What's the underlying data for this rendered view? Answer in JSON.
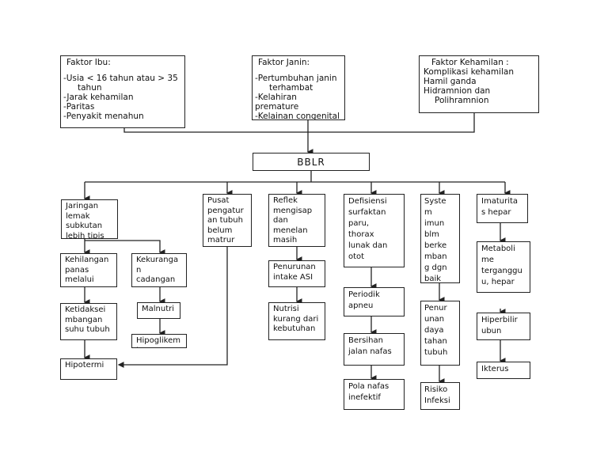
{
  "factors": {
    "ibu": {
      "title": "Faktor Ibu:",
      "items": [
        "-Usia < 16 tahun atau > 35",
        "tahun",
        "-Jarak kehamilan",
        "-Paritas",
        "-Penyakit menahun"
      ]
    },
    "janin": {
      "title": "Faktor Janin:",
      "items": [
        "-Pertumbuhan janin",
        "terhambat",
        "-Kelahiran premature",
        "-Kelainan congenital"
      ]
    },
    "kehamilan": {
      "title": "Faktor Kehamilan :",
      "items": [
        "Komplikasi kehamilan",
        "Hamil ganda",
        "Hidramnion dan",
        "Polihramnion"
      ]
    }
  },
  "center": "BBLR",
  "nodes": {
    "jaringan": "Jaringan\nlemak\nsubkutan\nlebih tipis",
    "kehilangan": "Kehilangan\npanas\nmelalui",
    "kekurangan": "Kekuranga\nn\ncadangan",
    "ketidakseimbangan": "Ketidaksei\nmbangan\nsuhu tubuh",
    "malnutri": "Malnutri",
    "hipoglikemi": "Hipoglikem\ni",
    "hipotermi": "Hipotermi",
    "pusat": "Pusat\npengatur\nan tubuh\nbelum\nmatrur",
    "reflek": "Reflek\nmengisap\ndan\nmenelan\nmasih",
    "penurunan_asi": "Penurunan\nintake ASI",
    "nutrisi": "Nutrisi\nkurang dari\nkebutuhan",
    "defisiensi": "Defisiensi\nsurfaktan\nparu,\nthorax\nlunak dan\notot",
    "periodik": "Periodik\napneu",
    "bersihan": "Bersihan\njalan nafas",
    "pola": "Pola nafas\ninefektif",
    "system": "Syste\nm\nimun\nblm\nberke\nmban\ng dgn\nbaik",
    "penurunan_daya": "Penur\nunan\ndaya\ntahan\ntubuh",
    "risiko": "Risiko\nInfeksi",
    "imaturitas": "Imaturita\ns hepar",
    "metabolisme": "Metaboli\nme\nterganggu\nu, hepar",
    "hiperbilirubin": "Hiperbilir\nubun",
    "ikterus": "Ikterus"
  }
}
